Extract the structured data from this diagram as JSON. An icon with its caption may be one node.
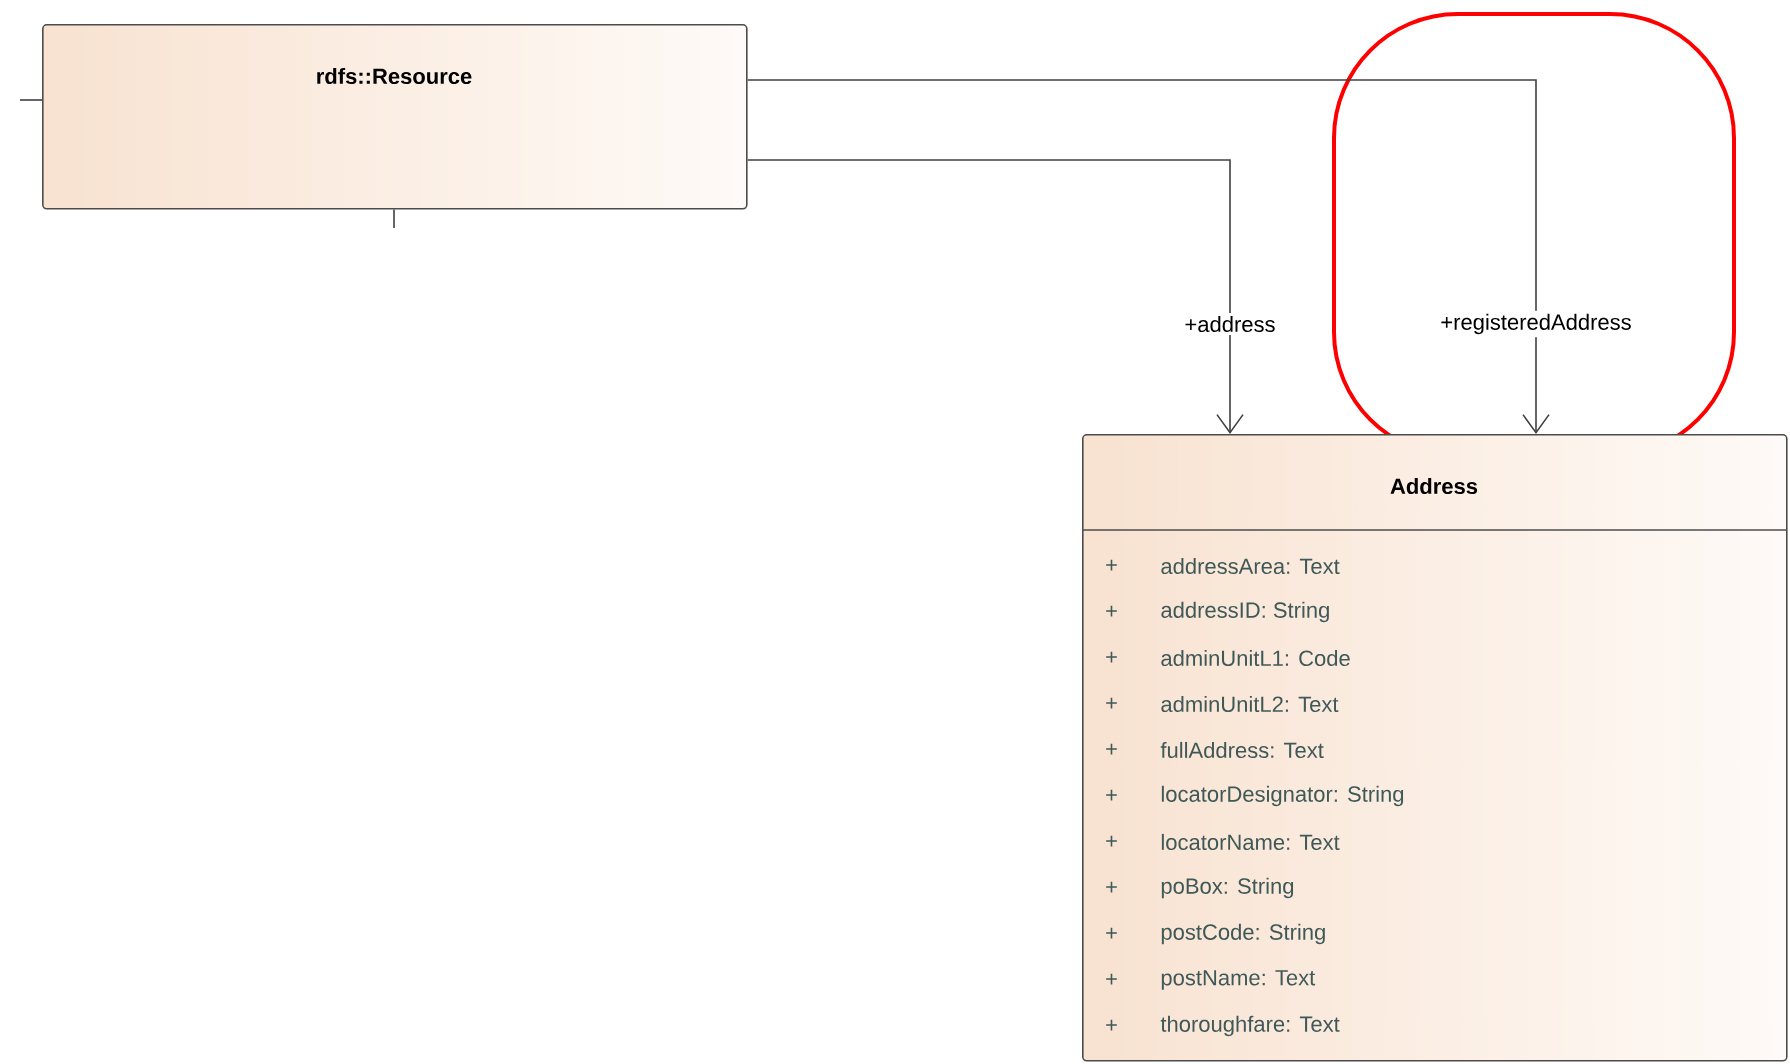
{
  "diagram": {
    "nodes": [
      {
        "text": [
          "rdfs::Resource"
        ]
      },
      {
        "text": [
          "Address",
          "+",
          "addressArea: Text",
          "+",
          "addressID: String",
          "+",
          "adminUnitL1: Code",
          "+",
          "adminUnitL2: Text",
          "+",
          "fullAddress: Text",
          "+",
          "locatorDesignator: String",
          "+",
          "locatorName: Text",
          "+",
          "poBox: String",
          "+",
          "postCode: String",
          "+",
          "postName: Text",
          "+",
          "thoroughfare: Text"
        ]
      }
    ],
    "edges": [
      {
        "from": 0,
        "to": 1,
        "arrow": "to",
        "label": "+address"
      },
      {
        "from": 0,
        "to": 1,
        "arrow": "to",
        "label": "+registeredAddress"
      },
      {
        "from": null,
        "to": 0,
        "arrow": "none"
      },
      {
        "from": 0,
        "to": null,
        "arrow": "none"
      }
    ]
  }
}
